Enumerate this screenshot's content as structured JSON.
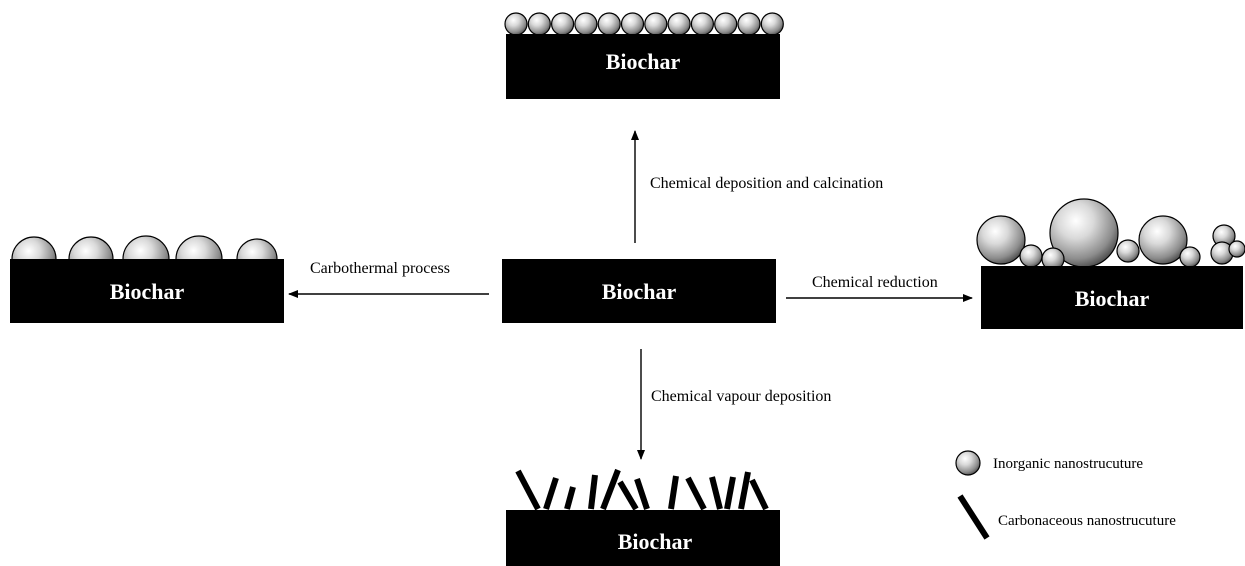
{
  "boxes": {
    "center": "Biochar",
    "top": "Biochar",
    "left": "Biochar",
    "right": "Biochar",
    "bottom": "Biochar"
  },
  "arrows": {
    "up": "Chemical deposition and calcination",
    "left": "Carbothermal process",
    "right": "Chemical reduction",
    "down": "Chemical vapour deposition"
  },
  "legend": {
    "sphere": "Inorganic nanostrucuture",
    "rod": "Carbonaceous nanostrucuture"
  },
  "colors": {
    "biochar": "#000000",
    "sphere_light": "#ffffff",
    "sphere_dark": "#4a4a4a",
    "text": "#000000"
  }
}
